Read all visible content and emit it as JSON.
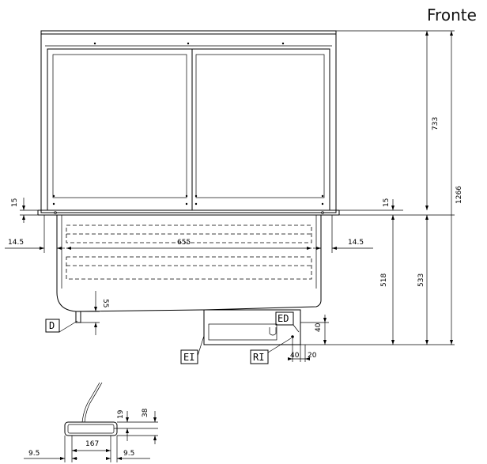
{
  "view_title": "Fronte",
  "dimensions": {
    "d733": "733",
    "d1266": "1266",
    "d15_left": "15",
    "d15_right": "15",
    "d14_5_left": "14.5",
    "d14_5_right": "14.5",
    "d655": "655",
    "d518": "518",
    "d533": "533",
    "d55": "55",
    "d40_vertical": "40",
    "d40_horizontal": "40",
    "d20": "20",
    "d19": "19",
    "d38": "38",
    "d167": "167",
    "d9_5_left": "9.5",
    "d9_5_right": "9.5"
  },
  "tags": {
    "D": "D",
    "ED": "ED",
    "EI": "EI",
    "RI": "RI"
  }
}
